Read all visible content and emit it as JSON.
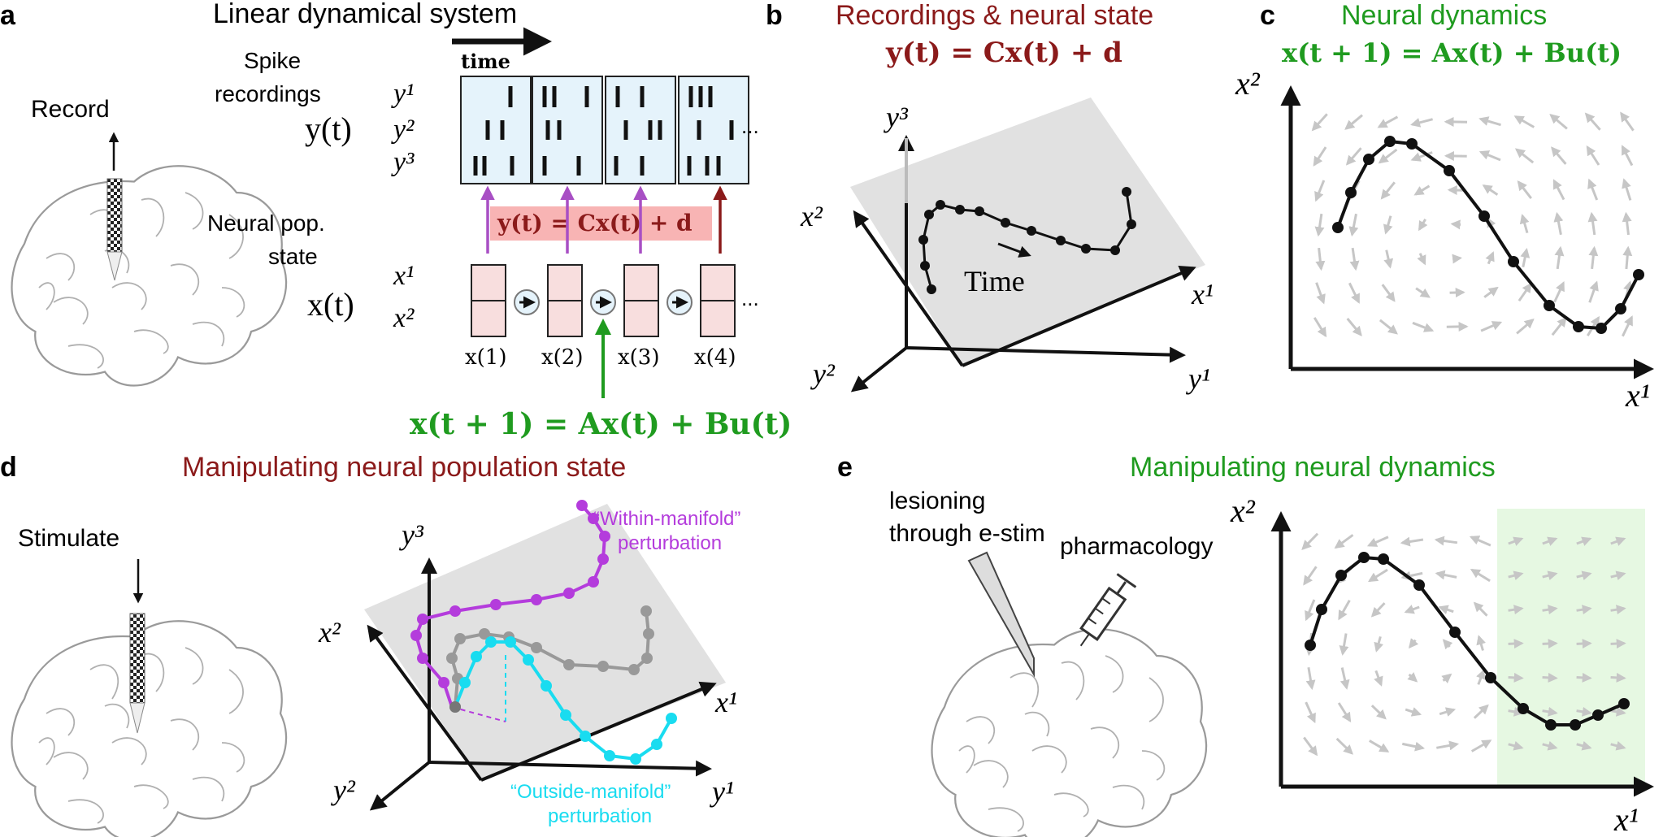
{
  "colors": {
    "darkred": "#8b1a1a",
    "green": "#1f9b1f",
    "purple": "#b43cdc",
    "cyan": "#19dcf0",
    "gray": "#999999",
    "spikebox": "#e5f3fb",
    "statebox": "#f8dede",
    "pinkband": "#f8b4b4",
    "plane": "#d9d9d9",
    "arrowgray": "#c6c6c6",
    "greenzone": "#e6f8e2"
  },
  "panels": {
    "a": {
      "letter": "a",
      "title": "Linear dynamical system",
      "record": "Record",
      "time_label": "time",
      "spike_label_1": "Spike",
      "spike_label_2": "recordings",
      "y_vector": "y(t)",
      "neural_pop_1": "Neural pop.",
      "neural_pop_2": "state",
      "x_vector": "x(t)",
      "y_channels": [
        "y¹",
        "y²",
        "y³"
      ],
      "x_channels": [
        "x¹",
        "x²"
      ],
      "observation_eq": "y(t) = Cx(t) + d",
      "dynamics_eq": "x(t + 1) = Ax(t) + Bu(t)",
      "state_labels": [
        "x(1)",
        "x(2)",
        "x(3)",
        "x(4)"
      ],
      "ellipsis": "..."
    },
    "b": {
      "letter": "b",
      "title": "Recordings & neural state",
      "eq": "y(t) = Cx(t) + d",
      "axis_y1": "y¹",
      "axis_y2": "y²",
      "axis_y3": "y³",
      "axis_x1": "x¹",
      "axis_x2": "x²",
      "time_label": "Time"
    },
    "c": {
      "letter": "c",
      "title": "Neural dynamics",
      "eq": "x(t + 1) = Ax(t) + Bu(t)",
      "axis_x1": "x¹",
      "axis_x2": "x²"
    },
    "d": {
      "letter": "d",
      "title": "Manipulating neural population state",
      "stimulate": "Stimulate",
      "within_1": "“Within-manifold”",
      "within_2": "perturbation",
      "outside_1": "“Outside-manifold”",
      "outside_2": "perturbation",
      "axis_y1": "y¹",
      "axis_y2": "y²",
      "axis_y3": "y³",
      "axis_x1": "x¹",
      "axis_x2": "x²"
    },
    "e": {
      "letter": "e",
      "title": "Manipulating neural dynamics",
      "lesion_1": "lesioning",
      "lesion_2": "through e-stim",
      "pharma": "pharmacology",
      "axis_x1": "x¹",
      "axis_x2": "x²"
    }
  }
}
